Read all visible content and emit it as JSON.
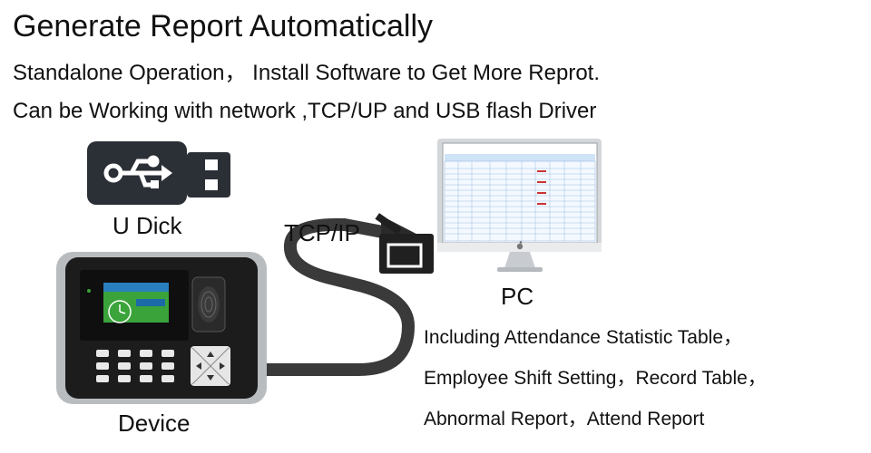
{
  "heading": {
    "title": "Generate Report Automatically",
    "line1": "Standalone Operation， Install Software to Get More Reprot.",
    "line2": "Can be Working with network ,TCP/UP and USB flash Driver"
  },
  "labels": {
    "udisk": "U Dick",
    "tcpip": "TCP/IP",
    "pc": "PC",
    "device": "Device"
  },
  "reports": {
    "line1": "Including Attendance Statistic Table，",
    "line2": "Employee Shift Setting，Record Table，",
    "line3": "Abnormal Report，Attend Report"
  },
  "colors": {
    "usb_body": "#2b2f36",
    "cable": "#3a3a3a",
    "device_body": "#1c1c1c",
    "device_frame": "#b9bcbf",
    "screen_green": "#3aa43a",
    "monitor_frame": "#d4d7da",
    "table_blue": "#cfe3f7"
  },
  "icons": {
    "usb": "usb-symbol-icon",
    "connector": "usb-plug-icon",
    "apple": "apple-logo-icon",
    "fingerprint": "fingerprint-icon"
  }
}
